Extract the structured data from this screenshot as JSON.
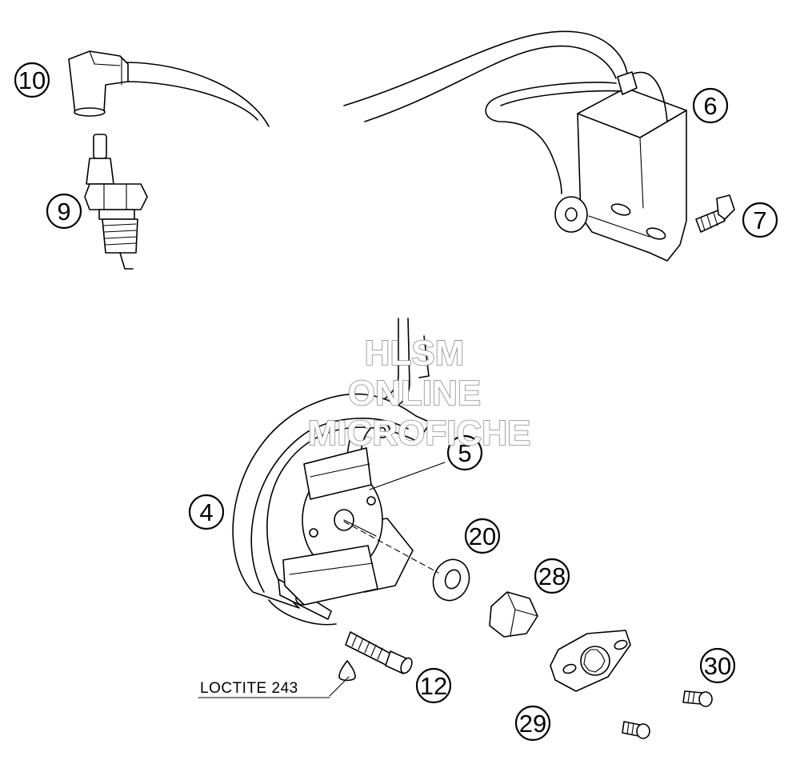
{
  "callouts": [
    {
      "id": "10",
      "label": "10"
    },
    {
      "id": "9",
      "label": "9"
    },
    {
      "id": "6",
      "label": "6"
    },
    {
      "id": "7",
      "label": "7"
    },
    {
      "id": "5",
      "label": "5"
    },
    {
      "id": "4",
      "label": "4"
    },
    {
      "id": "20",
      "label": "20"
    },
    {
      "id": "28",
      "label": "28"
    },
    {
      "id": "12",
      "label": "12"
    },
    {
      "id": "30",
      "label": "30"
    },
    {
      "id": "29",
      "label": "29"
    }
  ],
  "note": "LOCTITE 243",
  "watermark": [
    "HLSM",
    "ONLINE",
    "MICROFICHE"
  ]
}
